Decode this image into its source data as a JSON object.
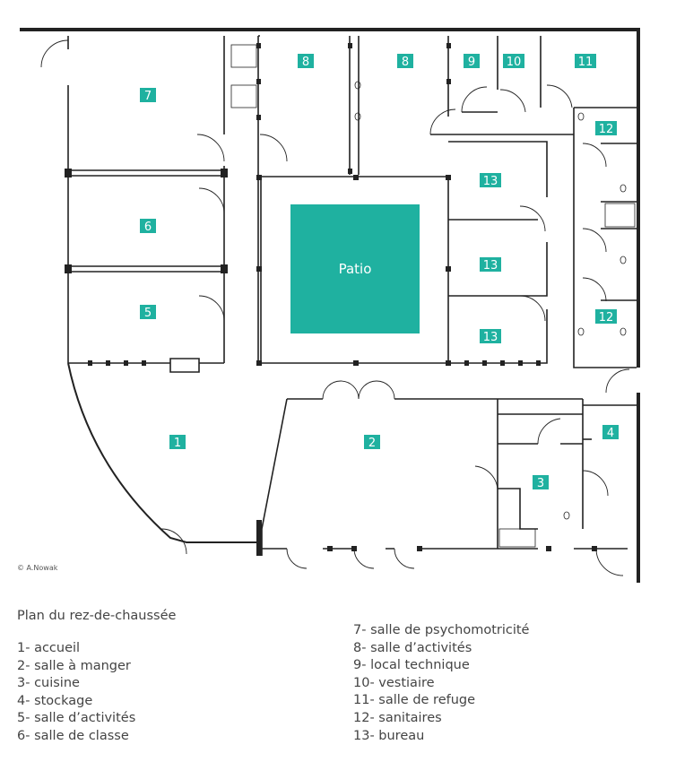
{
  "plan": {
    "rooms": [
      {
        "id": "7",
        "label": "7"
      },
      {
        "id": "8a",
        "label": "8"
      },
      {
        "id": "8b",
        "label": "8"
      },
      {
        "id": "9",
        "label": "9"
      },
      {
        "id": "10",
        "label": "10"
      },
      {
        "id": "11",
        "label": "11"
      },
      {
        "id": "12a",
        "label": "12"
      },
      {
        "id": "12b",
        "label": "12"
      },
      {
        "id": "13a",
        "label": "13"
      },
      {
        "id": "13b",
        "label": "13"
      },
      {
        "id": "13c",
        "label": "13"
      },
      {
        "id": "6",
        "label": "6"
      },
      {
        "id": "5",
        "label": "5"
      },
      {
        "id": "1",
        "label": "1"
      },
      {
        "id": "2",
        "label": "2"
      },
      {
        "id": "3",
        "label": "3"
      },
      {
        "id": "4",
        "label": "4"
      }
    ],
    "patio_label": "Patio",
    "colors": {
      "accent": "#1fb1a0",
      "wall": "#222222",
      "label_bg": "#1fb1a0"
    }
  },
  "copyright": "© A.Nowak",
  "legend": {
    "title": "Plan du rez-de-chaussée",
    "left_items": [
      "1- accueil",
      "2- salle à manger",
      "3- cuisine",
      "4- stockage",
      "5- salle d’activités",
      "6- salle de classe"
    ],
    "right_items": [
      "7- salle de psychomotricité",
      "8- salle d’activités",
      "9- local technique",
      "10- vestiaire",
      "11- salle de refuge",
      "12- sanitaires",
      "13- bureau"
    ]
  }
}
